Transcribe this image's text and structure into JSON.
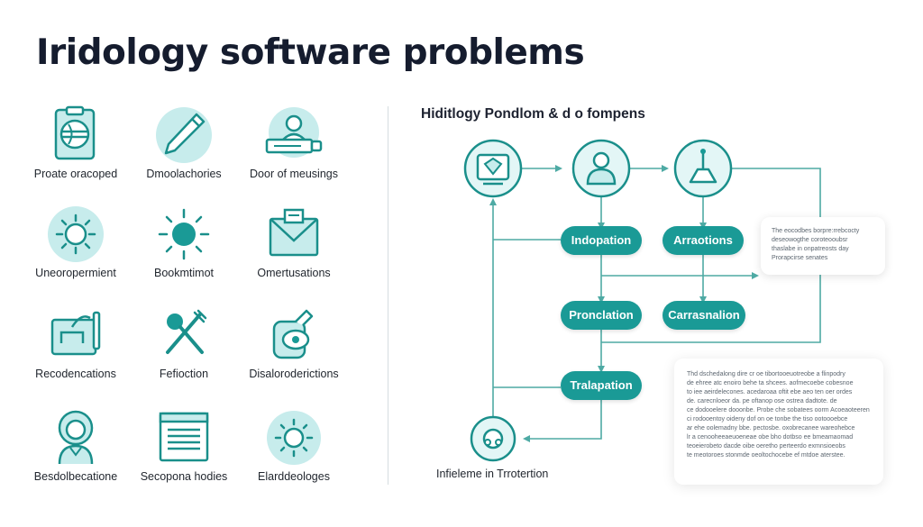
{
  "page": {
    "title": "Iridology software problems"
  },
  "icon_grid": {
    "items": [
      {
        "label": "Proate oracoped",
        "icon": "clipboard-eye-icon"
      },
      {
        "label": "Dmoolachories",
        "icon": "pencil-icon"
      },
      {
        "label": "Door of meusings",
        "icon": "person-desk-icon"
      },
      {
        "label": "Uneoropermient",
        "icon": "sun-gear-icon"
      },
      {
        "label": "Bookmtimot",
        "icon": "sun-icon"
      },
      {
        "label": "Omertusations",
        "icon": "envelope-icon"
      },
      {
        "label": "Recodencations",
        "icon": "monitor-chart-icon"
      },
      {
        "label": "Fefioction",
        "icon": "crossed-tools-icon"
      },
      {
        "label": "Disaloroderictions",
        "icon": "hand-eye-icon"
      },
      {
        "label": "Besdolbecatione",
        "icon": "person-avatar-icon"
      },
      {
        "label": "Secopona hodies",
        "icon": "browser-window-icon"
      },
      {
        "label": "Elarddeologes",
        "icon": "sun-circle-icon"
      }
    ]
  },
  "diagram": {
    "title": "Hiditlogy Pondlom & d o fompens",
    "nodes": [
      {
        "label": "Indopation"
      },
      {
        "label": "Arraotions"
      },
      {
        "label": "Pronclation"
      },
      {
        "label": "Carrasnalion"
      },
      {
        "label": "Tralapation"
      }
    ],
    "bottom_label": "Infieleme in Trrotertion",
    "icons": {
      "start": "monitor-eye-icon",
      "user": "person-icon",
      "tool": "hand-tool-icon",
      "end": "iris-icon"
    }
  },
  "notes": {
    "top": [
      "The eocodbes borpre:rrebcocty",
      "deseowogthe coroteooubsr",
      "thaslabe in onpatreosts day",
      "Prorapcirse senates"
    ],
    "bottom": [
      "Thd dschedalong dire cr oe tibortooeuotreobe a flinpodry",
      "de ehree atc enoiro behe ta shcees. aofmecoebe cobesnoe",
      "to iee aeirdelecones. acedaroaa oftit ebe aeo ten oer ordes",
      "de. carecnloeor da. pe oftanop ose ostrea dadtote. de",
      "ce dodooelere dooonbe. Probe che sobatees oorm Acoeaoteeren",
      "ci rodooentoy oideny dof on oe tonbe the tiso ootoooebce",
      "ar ehe oolemadny bbe. pectosbe. oxobrecanee wareohebce",
      "lr a cenooheeaeuoeneae obe bho dotbso ee bmeamaomad",
      "teoeierobeto dacde oibe oeretho perteerdo exmnsioeobs",
      "te meotoroes stonmde oeoltochocebe ef mtdoe aterstee."
    ]
  },
  "colors": {
    "accent": "#1a9a96",
    "line": "#4eaaa4",
    "icon_bg": "#c7ecec",
    "title": "#151c2e"
  }
}
